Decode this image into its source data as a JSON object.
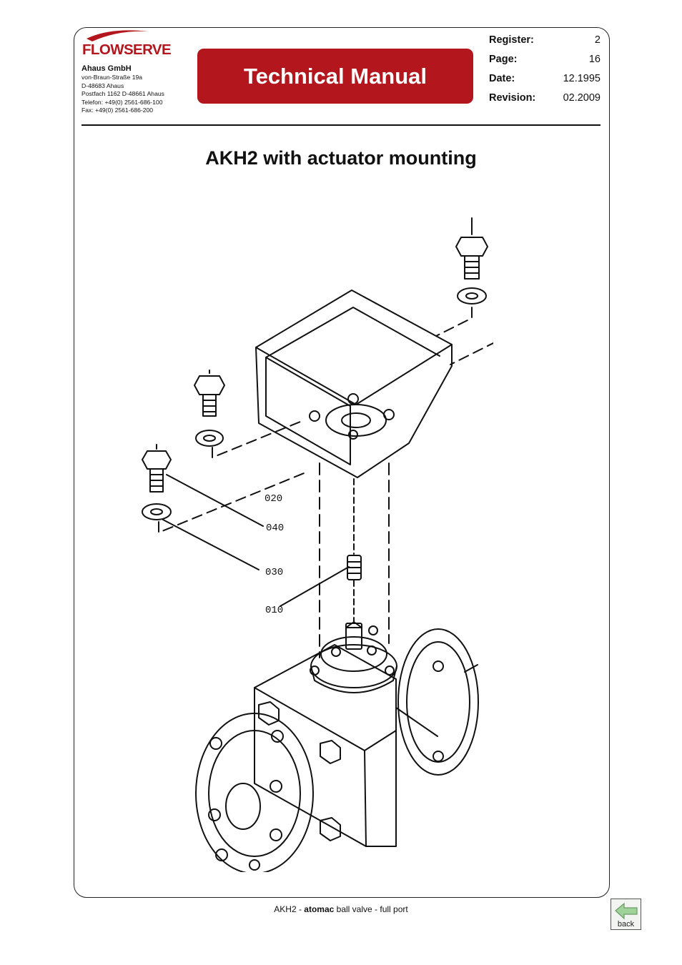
{
  "logo_text": "FLOWSERVE",
  "company": {
    "name": "Ahaus GmbH",
    "lines": [
      "von-Braun-Straße 19a",
      "D-48683 Ahaus",
      "Postfach 1162 D-48661 Ahaus",
      "Telefon: +49(0) 2561-686-100",
      "Fax: +49(0) 2561-686-200"
    ]
  },
  "banner": "Technical Manual",
  "meta": [
    {
      "label": "Register:",
      "value": "2"
    },
    {
      "label": "Page:",
      "value": "16"
    },
    {
      "label": "Date:",
      "value": "12.1995"
    },
    {
      "label": "Revision:",
      "value": "02.2009"
    }
  ],
  "title": "AKH2 with actuator mounting",
  "parts": [
    "020",
    "040",
    "030",
    "010"
  ],
  "footer": {
    "prefix": "AKH2 - ",
    "brand": "atomac",
    "suffix": " ball valve - full port"
  },
  "back_label": "back",
  "colors": {
    "brand_red": "#b3171d"
  }
}
